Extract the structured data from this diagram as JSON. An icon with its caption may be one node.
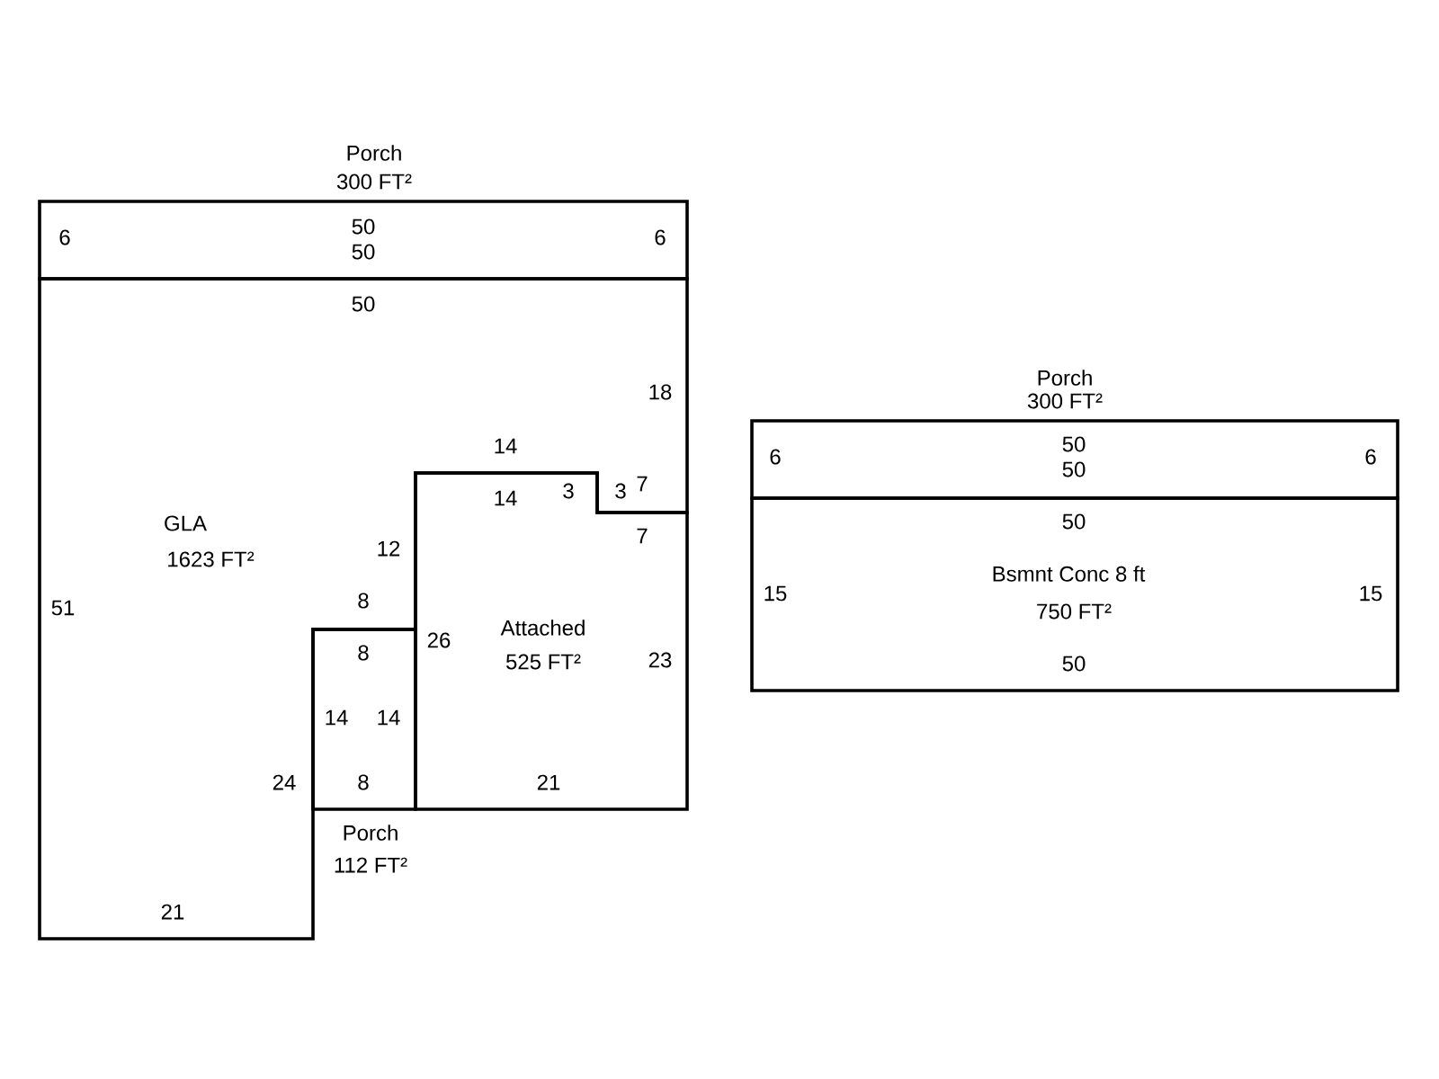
{
  "diagram": {
    "nodes": [
      {
        "text": [
          "Porch",
          "300 FT²"
        ]
      },
      {
        "text": [
          "GLA",
          "1623 FT²"
        ]
      },
      {
        "text": [
          "Attached",
          "525 FT²"
        ]
      },
      {
        "text": [
          "Porch",
          "112 FT²"
        ]
      },
      {
        "text": [
          "Porch",
          "300 FT²"
        ]
      },
      {
        "text": [
          "Bsmnt Conc 8 ft",
          "750 FT²"
        ]
      }
    ],
    "labels": [
      "6",
      "50",
      "50",
      "6",
      "50",
      "18",
      "14",
      "14",
      "3",
      "3",
      "7",
      "7",
      "12",
      "8",
      "51",
      "26",
      "8",
      "23",
      "14",
      "14",
      "24",
      "8",
      "21",
      "21",
      "6",
      "50",
      "50",
      "6",
      "50",
      "15",
      "15",
      "50"
    ]
  }
}
